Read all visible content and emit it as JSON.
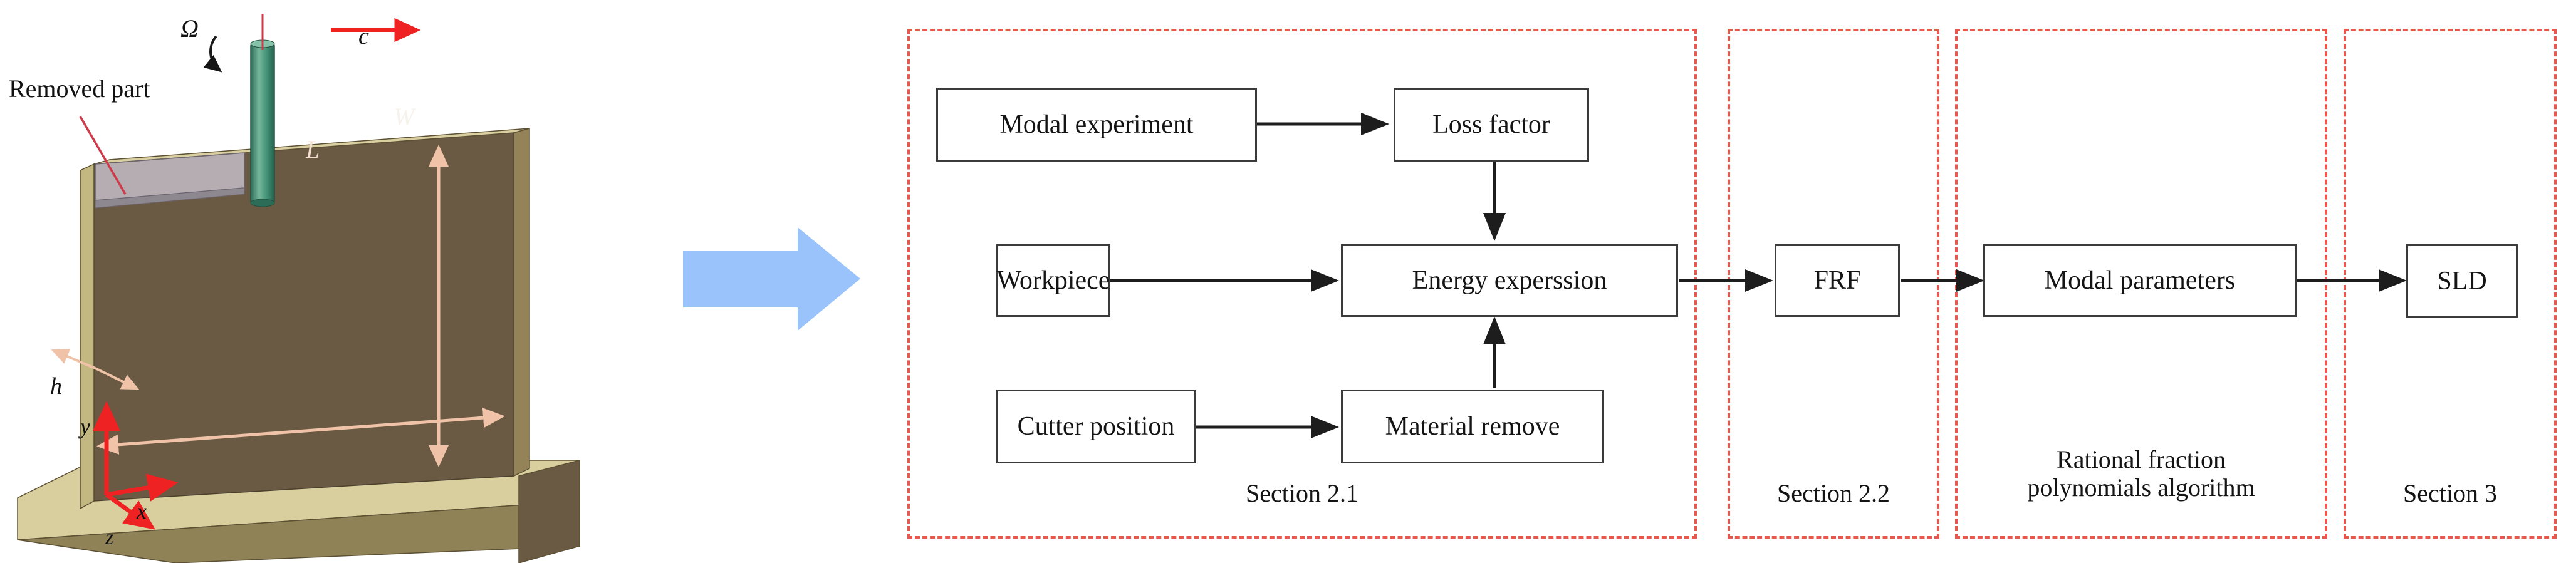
{
  "figure": {
    "name": "milling-thin-wall-workpiece-3d",
    "labels": {
      "removed_part": "Removed part",
      "omega": "Ω",
      "feed": "c",
      "width": "W",
      "length": "L",
      "thickness": "h",
      "axis_y": "y",
      "axis_x": "x",
      "axis_z": "z"
    },
    "colors": {
      "wall_front": "#6b5a43",
      "wall_top": "#d9cfa0",
      "base_top": "#d9cf9e",
      "base_front": "#7a6a4c",
      "removed_part": "#b9b2b8",
      "cutter": "#3f8f74",
      "axis_arrow": "#ee2222",
      "dimension_arrow": "#f0c3a8",
      "pointer_line": "#cf3a4a"
    }
  },
  "transition": {
    "arrow_name": "blue-right-arrow",
    "color": "#9ac3fb"
  },
  "flowchart": {
    "dash_color": "#e8584f",
    "node_border_color": "#3b3b3b",
    "connector_color": "#1d1d1d",
    "sections": [
      {
        "id": "section-2-1",
        "label": "Section 2.1"
      },
      {
        "id": "section-2-2",
        "label": "Section 2.2"
      },
      {
        "id": "section-rfp",
        "label": "Rational fraction\npolynomials algorithm"
      },
      {
        "id": "section-3",
        "label": "Section 3"
      }
    ],
    "nodes": [
      {
        "id": "modal-experiment",
        "label": "Modal experiment"
      },
      {
        "id": "loss-factor",
        "label": "Loss factor"
      },
      {
        "id": "workpiece",
        "label": "Workpiece"
      },
      {
        "id": "energy-expression",
        "label": "Energy experssion"
      },
      {
        "id": "cutter-position",
        "label": "Cutter position"
      },
      {
        "id": "material-remove",
        "label": "Material remove"
      },
      {
        "id": "frf",
        "label": "FRF"
      },
      {
        "id": "modal-parameters",
        "label": "Modal parameters"
      },
      {
        "id": "sld",
        "label": "SLD"
      }
    ],
    "edges": [
      {
        "from": "modal-experiment",
        "to": "loss-factor",
        "direction": "right"
      },
      {
        "from": "loss-factor",
        "to": "energy-expression",
        "direction": "down"
      },
      {
        "from": "workpiece",
        "to": "energy-expression",
        "direction": "right"
      },
      {
        "from": "cutter-position",
        "to": "material-remove",
        "direction": "right"
      },
      {
        "from": "material-remove",
        "to": "energy-expression",
        "direction": "up"
      },
      {
        "from": "energy-expression",
        "to": "frf",
        "direction": "right"
      },
      {
        "from": "frf",
        "to": "modal-parameters",
        "direction": "right"
      },
      {
        "from": "modal-parameters",
        "to": "sld",
        "direction": "right"
      }
    ]
  }
}
